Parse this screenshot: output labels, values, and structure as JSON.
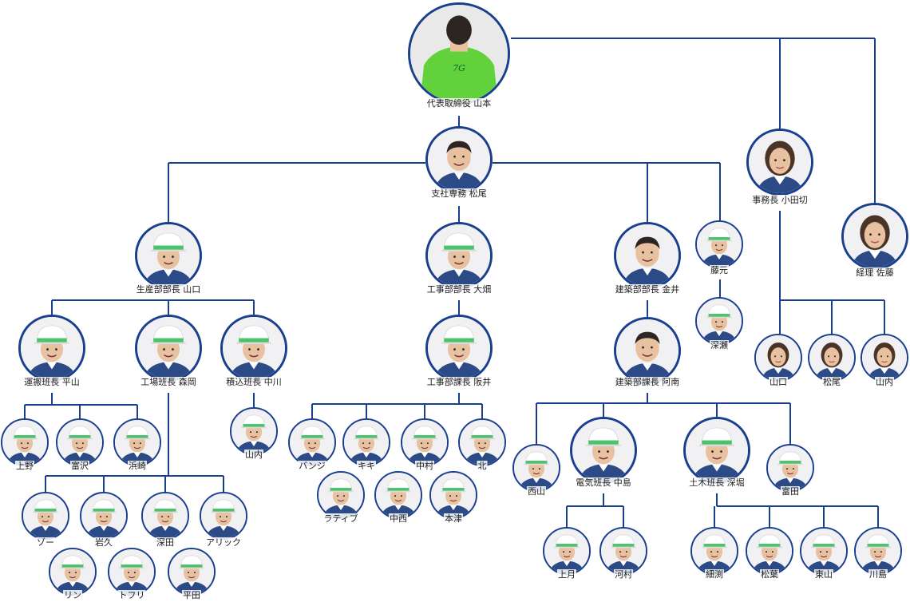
{
  "colors": {
    "line": "#1a3f8f",
    "ring": "#1a3f8f",
    "helmet": "#ffffff",
    "helmet_band": "#4cc26b",
    "uniform": "#2c4a86",
    "ceo_shirt": "#62d23c",
    "skin": "#e8c1a0",
    "hair": "#2d2521"
  },
  "members": [
    {
      "id": "yamamoto",
      "label": "代表取締役 山本",
      "kind": "ceo"
    },
    {
      "id": "matsuo_exec",
      "label": "支社専務 松尾",
      "kind": "man"
    },
    {
      "id": "odagiri",
      "label": "事務長 小田切",
      "kind": "woman"
    },
    {
      "id": "sato",
      "label": "経理 佐藤",
      "kind": "woman"
    },
    {
      "id": "yamaguchi_mgr",
      "label": "生産部部長 山口",
      "kind": "helmet"
    },
    {
      "id": "ohata",
      "label": "工事部部長 大畑",
      "kind": "helmet"
    },
    {
      "id": "kanai",
      "label": "建築部部長 金井",
      "kind": "man"
    },
    {
      "id": "fujimoto",
      "label": "藤元",
      "kind": "helmet"
    },
    {
      "id": "fukase",
      "label": "深瀬",
      "kind": "helmet"
    },
    {
      "id": "hirayama",
      "label": "運搬班長 平山",
      "kind": "helmet"
    },
    {
      "id": "morioka",
      "label": "工場班長 森岡",
      "kind": "helmet"
    },
    {
      "id": "nakagawa",
      "label": "積込班長 中川",
      "kind": "helmet"
    },
    {
      "id": "sakai",
      "label": "工事部課長 阪井",
      "kind": "helmet"
    },
    {
      "id": "anan",
      "label": "建築部課長 阿南",
      "kind": "man"
    },
    {
      "id": "yamaguchi_staff",
      "label": "山口",
      "kind": "woman"
    },
    {
      "id": "matsuo_staff",
      "label": "松尾",
      "kind": "woman"
    },
    {
      "id": "yamauchi_staff",
      "label": "山内",
      "kind": "woman"
    },
    {
      "id": "ueno",
      "label": "上野",
      "kind": "helmet"
    },
    {
      "id": "tomizawa",
      "label": "富沢",
      "kind": "helmet"
    },
    {
      "id": "hamasaki",
      "label": "浜崎",
      "kind": "helmet"
    },
    {
      "id": "yamauchi_crew",
      "label": "山内",
      "kind": "helmet"
    },
    {
      "id": "banji",
      "label": "バンジ",
      "kind": "helmet"
    },
    {
      "id": "kiki",
      "label": "キキ",
      "kind": "helmet"
    },
    {
      "id": "nakamura",
      "label": "中村",
      "kind": "helmet"
    },
    {
      "id": "kita",
      "label": "北",
      "kind": "helmet"
    },
    {
      "id": "ratibu",
      "label": "ラティブ",
      "kind": "helmet"
    },
    {
      "id": "nakanishi",
      "label": "中西",
      "kind": "helmet"
    },
    {
      "id": "motozu",
      "label": "本津",
      "kind": "helmet"
    },
    {
      "id": "nishiyama",
      "label": "西山",
      "kind": "helmet"
    },
    {
      "id": "nakajima",
      "label": "電気班長 中島",
      "kind": "helmet"
    },
    {
      "id": "fukabori",
      "label": "土木班長 深堀",
      "kind": "helmet"
    },
    {
      "id": "tomita",
      "label": "富田",
      "kind": "helmet"
    },
    {
      "id": "zo",
      "label": "ゾー",
      "kind": "helmet"
    },
    {
      "id": "iwahisa",
      "label": "岩久",
      "kind": "helmet"
    },
    {
      "id": "fukata",
      "label": "深田",
      "kind": "helmet"
    },
    {
      "id": "arikku",
      "label": "アリック",
      "kind": "helmet"
    },
    {
      "id": "rin",
      "label": "リン",
      "kind": "helmet"
    },
    {
      "id": "tofuri",
      "label": "トフリ",
      "kind": "helmet"
    },
    {
      "id": "hirata",
      "label": "平田",
      "kind": "helmet"
    },
    {
      "id": "uetsuki",
      "label": "上月",
      "kind": "helmet"
    },
    {
      "id": "kawamura",
      "label": "河村",
      "kind": "helmet"
    },
    {
      "id": "hosobuchi",
      "label": "細渕",
      "kind": "helmet"
    },
    {
      "id": "matsuba",
      "label": "松葉",
      "kind": "helmet"
    },
    {
      "id": "higashiyama",
      "label": "東山",
      "kind": "helmet"
    },
    {
      "id": "kawashima",
      "label": "川島",
      "kind": "helmet"
    }
  ]
}
